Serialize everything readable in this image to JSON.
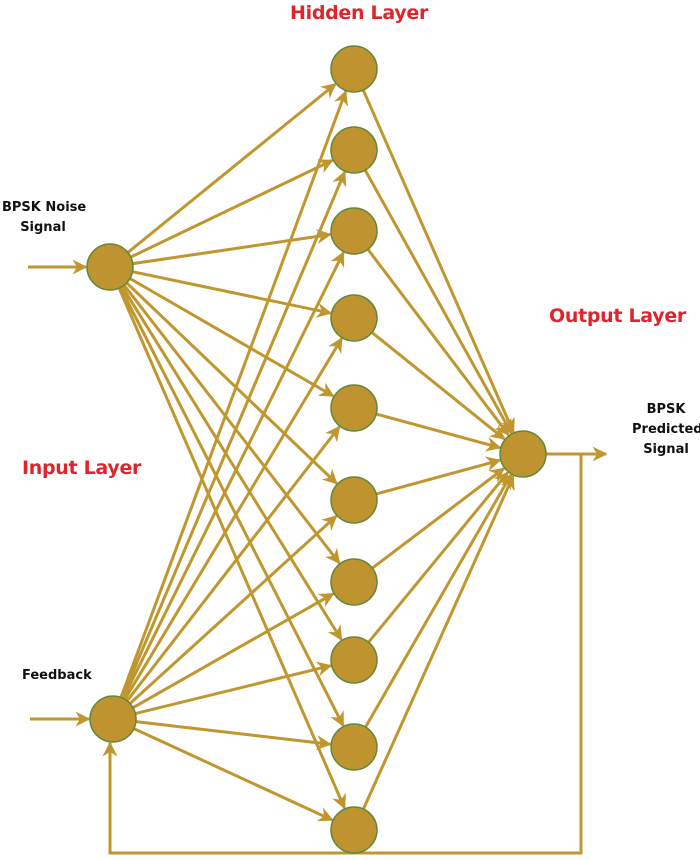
{
  "colors": {
    "edge": "#c0962f",
    "node_fill": "#bf9330",
    "node_stroke": "#5f8a3a",
    "title": "#e0242b",
    "text": "#111111"
  },
  "labels": {
    "hidden_layer": "Hidden Layer",
    "input_layer": "Input Layer",
    "output_layer": "Output Layer",
    "input_1": [
      "BPSK Noise",
      "Signal"
    ],
    "input_2": "Feedback",
    "output": [
      "BPSK",
      "Predicted",
      "Signal"
    ]
  },
  "network": {
    "input_nodes": [
      {
        "id": "in1",
        "name": "BPSK Noise Signal"
      },
      {
        "id": "in2",
        "name": "Feedback"
      }
    ],
    "hidden_node_count": 10,
    "output_nodes": [
      {
        "id": "out",
        "name": "BPSK Predicted Signal"
      }
    ],
    "fully_connected": true,
    "feedback_loop": {
      "from": "out",
      "to": "in2"
    }
  }
}
